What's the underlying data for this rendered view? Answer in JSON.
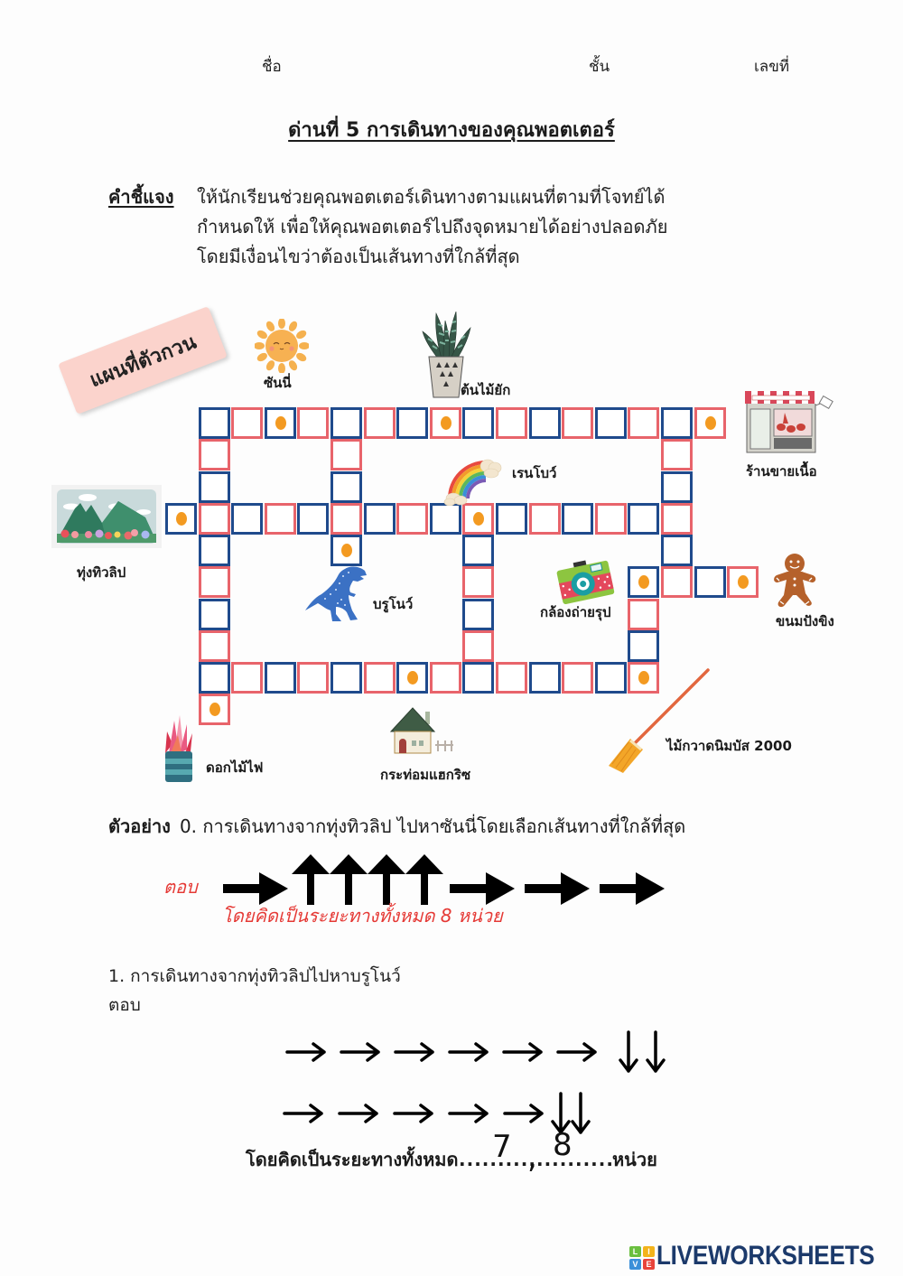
{
  "header": {
    "name_label": "ชื่อ",
    "class_label": "ชั้น",
    "number_label": "เลขที่"
  },
  "title": "ด่านที่ 5 การเดินทางของคุณพอตเตอร์",
  "instructions": {
    "label": "คำชี้แจง",
    "lines": [
      "ให้นักเรียนช่วยคุณพอตเตอร์เดินทางตามแผนที่ตามที่โจทย์ได้",
      "กำหนดให้ เพื่อให้คุณพอตเตอร์ไปถึงจุดหมายได้อย่างปลอดภัย",
      "โดยมีเงื่อนไขว่าต้องเป็นเส้นทางที่ใกล้ที่สุด"
    ]
  },
  "map": {
    "badge_text": "แผนที่ตัวกวน",
    "cell_colors": {
      "blue": "#1f4a8c",
      "red": "#e8646b",
      "dot": "#f39a21"
    },
    "landmarks": {
      "sunny": {
        "label": "ซันนี่"
      },
      "snake_plant": {
        "label": "ต้นไม้ยัก"
      },
      "butcher_shop": {
        "label": "ร้านขายเนื้อ"
      },
      "rainbow": {
        "label": "เรนโบว์"
      },
      "tulip_field": {
        "label": "ทุ่งทิวลิป"
      },
      "bruno": {
        "label": "บรูโนว์"
      },
      "camera": {
        "label": "กล้องถ่ายรุป"
      },
      "gingerbread": {
        "label": "ขนมปังขิง"
      },
      "fire_flower": {
        "label": "ดอกไม้ไฟ"
      },
      "hagrid_hut": {
        "label": "กระท่อมแฮกริซ"
      },
      "nimbus_broom": {
        "label": "ไม้กวาดนิมบัส 2000"
      }
    },
    "runs": [
      {
        "dir": "h",
        "r": 0,
        "c": 1,
        "cells": "brBrbrbRbrbrbrbR"
      },
      {
        "dir": "v",
        "r": 1,
        "c": 1,
        "cells": "rb"
      },
      {
        "dir": "v",
        "r": 1,
        "c": 5,
        "cells": "rb"
      },
      {
        "dir": "v",
        "r": 1,
        "c": 15,
        "cells": "rb"
      },
      {
        "dir": "h",
        "r": 3,
        "c": 0,
        "cells": "BrbrbrbrbRbrbrbr"
      },
      {
        "dir": "v",
        "r": 4,
        "c": 1,
        "cells": "brbr"
      },
      {
        "dir": "v",
        "r": 4,
        "c": 5,
        "cells": "B"
      },
      {
        "dir": "v",
        "r": 4,
        "c": 9,
        "cells": "brbr"
      },
      {
        "dir": "v",
        "r": 4,
        "c": 15,
        "cells": "b"
      },
      {
        "dir": "h",
        "r": 5,
        "c": 14,
        "cells": "BrbR"
      },
      {
        "dir": "v",
        "r": 6,
        "c": 14,
        "cells": "rb"
      },
      {
        "dir": "h",
        "r": 8,
        "c": 1,
        "cells": "brbrbrBrbrbrbR"
      },
      {
        "dir": "v",
        "r": 9,
        "c": 1,
        "cells": "R"
      }
    ]
  },
  "example": {
    "label": "ตัวอย่าง",
    "question": "0. การเดินทางจากทุ่งทิวลิป ไปหาซันนี่โดยเลือกเส้นทางที่ใกล้ที่สุด",
    "answer_label": "ตอบ",
    "path": [
      "right",
      "up",
      "up",
      "up",
      "up",
      "right",
      "right",
      "right"
    ],
    "distance_text": "โดยคิดเป็นระยะทางทั้งหมด  8 หน่วย"
  },
  "question1": {
    "text": "1. การเดินทางจากทุ่งทิวลิปไปหาบรูโนว์",
    "answer_label": "ตอบ",
    "drawn_paths": [
      [
        "right",
        "right",
        "right",
        "right",
        "right",
        "right",
        "down",
        "down"
      ],
      [
        "right",
        "right",
        "right",
        "right",
        "right",
        "down",
        "down"
      ]
    ],
    "distance_prefix": "โดยคิดเป็นระยะทางทั้งหมด",
    "distance_blank": "..............................................",
    "distance_suffix": "หน่วย",
    "handwritten_answer": {
      "first": "7",
      "separator": ",",
      "second": "8"
    }
  },
  "footer": {
    "brand": "LIVEWORKSHEETS",
    "logo_letters": [
      "L",
      "I",
      "V",
      "E"
    ],
    "logo_colors": [
      "#6abf3f",
      "#f3b31b",
      "#3b8fd9",
      "#e8433b"
    ]
  }
}
